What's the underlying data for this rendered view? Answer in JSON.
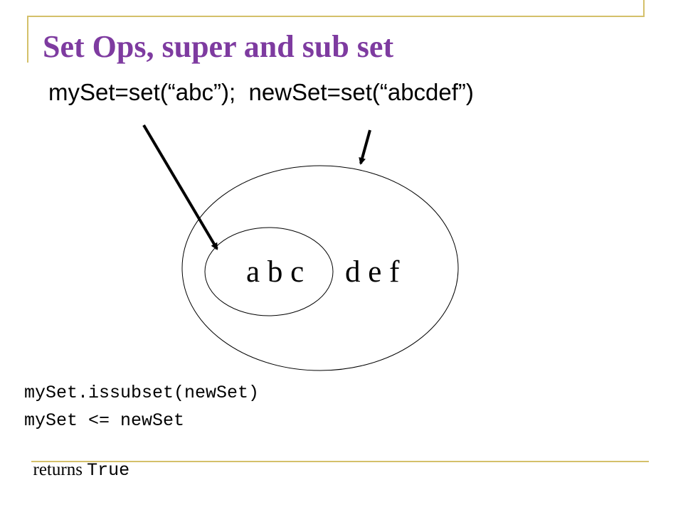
{
  "slide": {
    "title": "Set Ops, super and sub set",
    "code": {
      "part1": "mySet=set(“abc”);",
      "part2": "newSet=set(“abcdef”)"
    },
    "subset_label": "a b c",
    "superset_label": "d e f",
    "expressions": [
      "mySet.issubset(newSet)",
      "mySet <= newSet"
    ],
    "returns_word": "returns",
    "returns_value": "True"
  },
  "colors": {
    "title": "#7e3ba0",
    "accent_lines": "#d4c06a"
  }
}
